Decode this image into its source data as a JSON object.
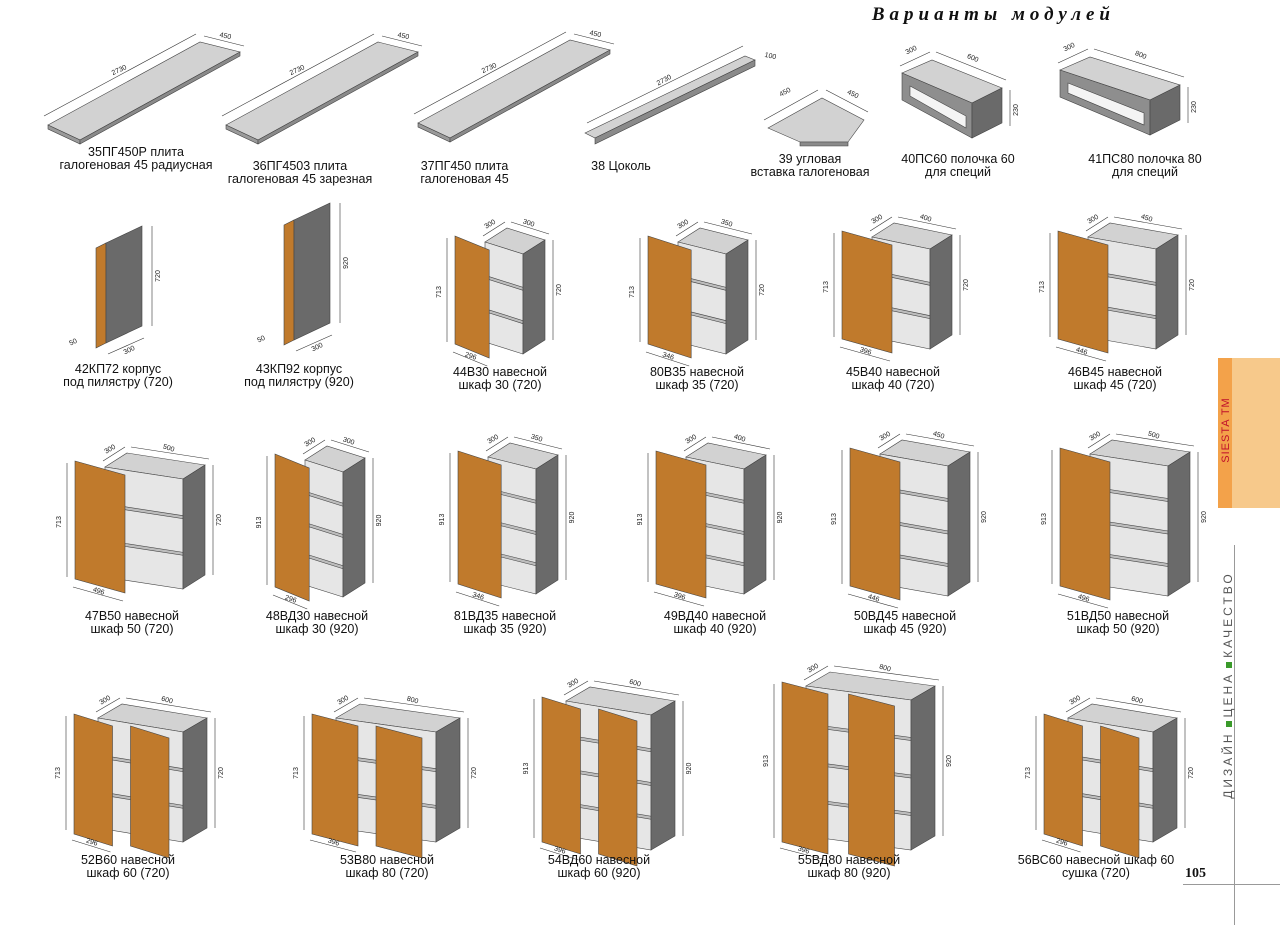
{
  "page": {
    "title": "Варианты модулей",
    "page_number": "105",
    "brand_tab": "SIESTA TM",
    "side_words": [
      "ДИЗАЙН",
      "ЦЕНА",
      "КАЧЕСТВО"
    ]
  },
  "colors": {
    "door": "#c07a2c",
    "body": "#6a6a6a",
    "light": "#d2d2d2",
    "accent_tab": "#f7c98b",
    "bullet": "#3a9a2a"
  },
  "modules": [
    {
      "id": "m35",
      "kind": "slab",
      "lines": [
        "35ПГ450Р плита",
        "галогеновая 45 радиусная"
      ],
      "dims": [
        "2730",
        "450"
      ]
    },
    {
      "id": "m36",
      "kind": "slab",
      "lines": [
        "36ПГ4503 плита",
        "галогеновая 45 зарезная"
      ],
      "dims": [
        "2730",
        "450"
      ]
    },
    {
      "id": "m37",
      "kind": "slab",
      "lines": [
        "37ПГ450 плита",
        "галогеновая 45"
      ],
      "dims": [
        "2730",
        "450"
      ]
    },
    {
      "id": "m38",
      "kind": "plinth",
      "lines": [
        "38 Цоколь"
      ],
      "dims": [
        "2730",
        "100"
      ]
    },
    {
      "id": "m39",
      "kind": "corner",
      "lines": [
        "39  угловая",
        "вставка галогеновая"
      ],
      "dims": [
        "450",
        "450"
      ]
    },
    {
      "id": "m40",
      "kind": "shelf",
      "lines": [
        "40ПС60 полочка  60",
        "для специй"
      ],
      "dims": [
        "300",
        "600",
        "230"
      ]
    },
    {
      "id": "m41",
      "kind": "shelf",
      "lines": [
        "41ПС80 полочка  80",
        "для специй"
      ],
      "dims": [
        "300",
        "800",
        "230"
      ]
    },
    {
      "id": "m42",
      "kind": "pilaster",
      "lines": [
        "42КП72  корпус",
        "под пилястру (720)"
      ],
      "dims": [
        "720",
        "50",
        "300"
      ]
    },
    {
      "id": "m43",
      "kind": "pilaster",
      "lines": [
        "43КП92 корпус",
        "под  пилястру (920)"
      ],
      "dims": [
        "920",
        "50",
        "300"
      ]
    },
    {
      "id": "m44",
      "kind": "cab",
      "lines": [
        "44В30 навесной",
        "шкаф 30 (720)"
      ],
      "dims": [
        "300",
        "300",
        "713",
        "720",
        "296"
      ]
    },
    {
      "id": "m80",
      "kind": "cab",
      "lines": [
        "80В35 навесной",
        "шкаф 35 (720)"
      ],
      "dims": [
        "300",
        "350",
        "713",
        "720",
        "346"
      ]
    },
    {
      "id": "m45",
      "kind": "cab",
      "lines": [
        "45В40 навесной",
        "шкаф 40 (720)"
      ],
      "dims": [
        "300",
        "400",
        "713",
        "720",
        "396"
      ]
    },
    {
      "id": "m46",
      "kind": "cab",
      "lines": [
        "46В45 навесной",
        "шкаф 45 (720)"
      ],
      "dims": [
        "300",
        "450",
        "713",
        "720",
        "446"
      ]
    },
    {
      "id": "m47",
      "kind": "cab",
      "lines": [
        "47В50 навесной",
        "шкаф 50 (720)"
      ],
      "dims": [
        "300",
        "500",
        "713",
        "720",
        "496"
      ]
    },
    {
      "id": "m48",
      "kind": "cab",
      "lines": [
        "48ВД30 навесной",
        "шкаф 30 (920)"
      ],
      "dims": [
        "300",
        "300",
        "913",
        "920",
        "296"
      ]
    },
    {
      "id": "m81",
      "kind": "cab",
      "lines": [
        "81ВД35 навесной",
        "шкаф 35 (920)"
      ],
      "dims": [
        "300",
        "350",
        "913",
        "920",
        "346"
      ]
    },
    {
      "id": "m49",
      "kind": "cab",
      "lines": [
        "49ВД40 навесной",
        "шкаф 40 (920)"
      ],
      "dims": [
        "300",
        "400",
        "913",
        "920",
        "396"
      ]
    },
    {
      "id": "m50",
      "kind": "cab",
      "lines": [
        "50ВД45 навесной",
        "шкаф 45 (920)"
      ],
      "dims": [
        "300",
        "450",
        "913",
        "920",
        "446"
      ]
    },
    {
      "id": "m51",
      "kind": "cab",
      "lines": [
        "51ВД50 навесной",
        "шкаф 50 (920)"
      ],
      "dims": [
        "300",
        "500",
        "913",
        "920",
        "496"
      ]
    },
    {
      "id": "m52",
      "kind": "cab2",
      "lines": [
        "52В60 навесной",
        "шкаф 60 (720)"
      ],
      "dims": [
        "300",
        "600",
        "713",
        "720",
        "296"
      ]
    },
    {
      "id": "m53",
      "kind": "cab2",
      "lines": [
        "53В80 навесной",
        "шкаф 80 (720)"
      ],
      "dims": [
        "300",
        "800",
        "713",
        "720",
        "396"
      ]
    },
    {
      "id": "m54",
      "kind": "cab2",
      "lines": [
        "54ВД60 навесной",
        "шкаф 60 (920)"
      ],
      "dims": [
        "300",
        "600",
        "913",
        "920",
        "396"
      ]
    },
    {
      "id": "m55",
      "kind": "cab2",
      "lines": [
        "55ВД80 навесной",
        "шкаф 80 (920)"
      ],
      "dims": [
        "300",
        "800",
        "913",
        "920",
        "396"
      ]
    },
    {
      "id": "m56",
      "kind": "cab2",
      "lines": [
        "56ВС60 навесной шкаф 60",
        "сушка (720)"
      ],
      "dims": [
        "300",
        "600",
        "713",
        "720",
        "296"
      ]
    }
  ]
}
